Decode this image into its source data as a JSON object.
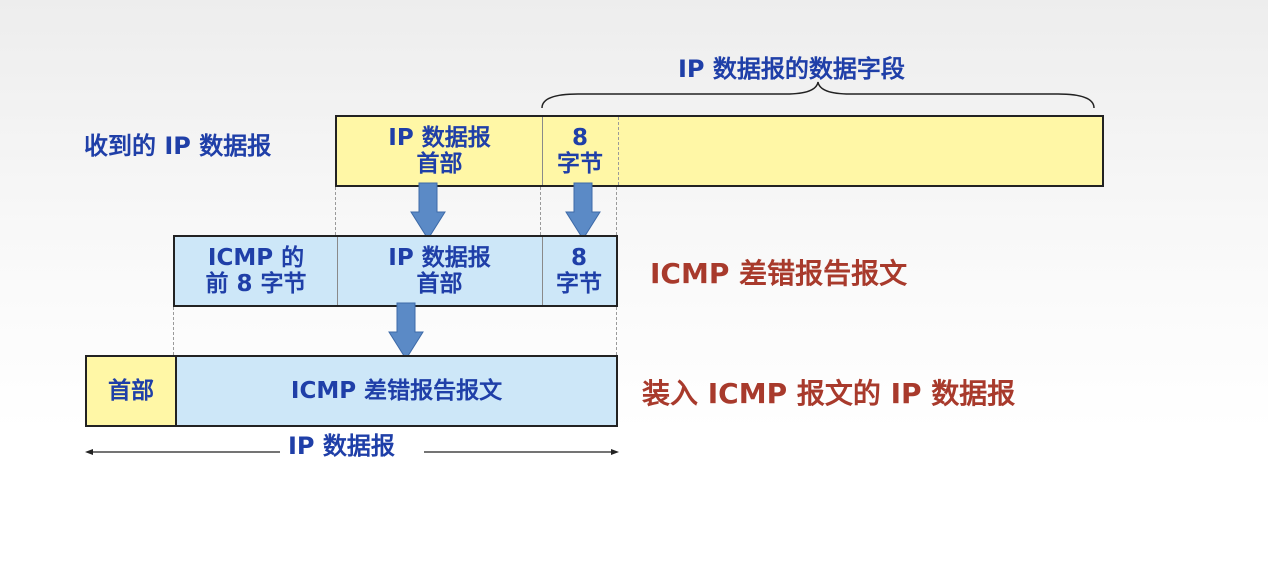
{
  "received": {
    "row_label": "收到的 IP 数据报",
    "header_cell": "IP 数据报\n首部",
    "bytes_cell": "8\n字节",
    "data_field_label": "IP 数据报的数据字段"
  },
  "icmp": {
    "first_cell": "ICMP 的\n前 8 字节",
    "header_cell": "IP 数据报\n首部",
    "bytes_cell": "8\n字节",
    "label": "ICMP 差错报告报文"
  },
  "encapsulated": {
    "header_cell": "首部",
    "body_cell": "ICMP 差错报告报文",
    "label": "装入 ICMP 报文的 IP 数据报",
    "length_label": "IP 数据报"
  },
  "colors": {
    "yellow_fill": "#fff7a6",
    "blue_fill": "#cde7f8",
    "label_blue": "#1f3fa8",
    "label_red": "#a83a2c",
    "arrow_fill": "#5b8ac6"
  }
}
